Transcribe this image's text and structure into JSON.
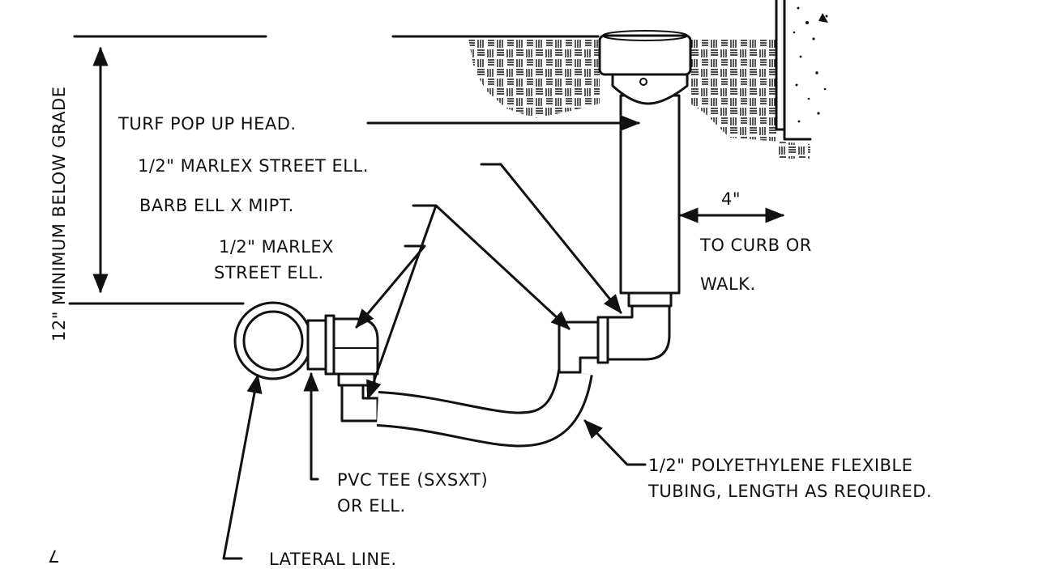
{
  "labels": {
    "depth": "12\" MINIMUM BELOW GRADE",
    "head": "TURF POP UP HEAD.",
    "street_ell_top": "1/2\" MARLEX STREET ELL.",
    "barb_ell": "BARB ELL X MIPT.",
    "street_ell_left_1": "1/2\" MARLEX",
    "street_ell_left_2": "STREET ELL.",
    "offset": "4\"",
    "curb_1": "TO CURB OR",
    "curb_2": "WALK.",
    "tubing_1": "1/2\" POLYETHYLENE FLEXIBLE",
    "tubing_2": "TUBING, LENGTH AS REQUIRED.",
    "tee_1": "PVC TEE (SXSXT)",
    "tee_2": "OR ELL.",
    "lateral": "LATERAL LINE."
  }
}
